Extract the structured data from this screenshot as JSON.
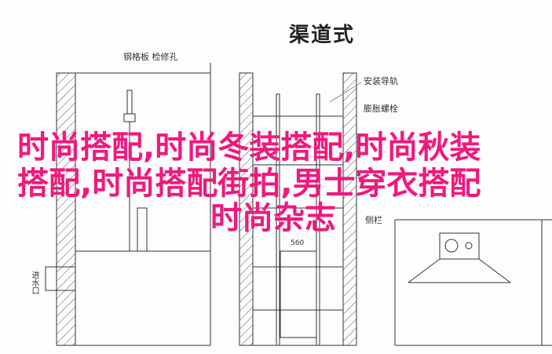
{
  "title": "渠道式",
  "labels": {
    "grating": "钢格板 检修孔",
    "rail": "安装导轨",
    "bolt": "膨胀螺栓",
    "side": "侧栏",
    "inlet": "进水口",
    "dimension": "560"
  },
  "overlay": {
    "line1": "时尚搭配,时尚冬装搭配,时尚秋装",
    "line2": "搭配,时尚搭配街拍,男士穿衣搭配",
    "line3": "时尚杂志"
  }
}
